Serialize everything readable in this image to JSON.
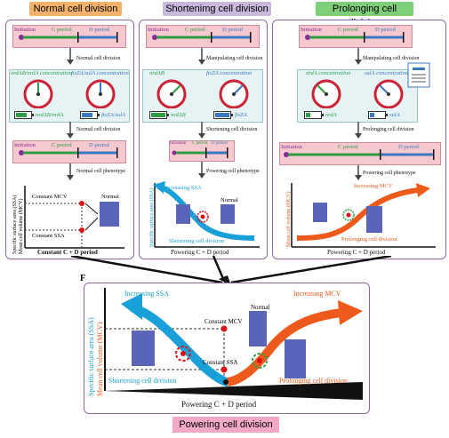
{
  "headers": {
    "normal": "Normal cell division",
    "shortening": "Shortenimg cell division",
    "prolonging": "Prolonging cell division"
  },
  "timeline": {
    "initiation": "Initiation",
    "c_period": "C period",
    "d_period": "D period"
  },
  "captions": {
    "normal_cell_division": "Normal cell division",
    "normal_cell_phenotype": "Normal cell phenotype",
    "manipulating_cell_division": "Manipulating cell division",
    "shortening_cell_division": "Shortening cell division",
    "powering_cell_phenotype": "Powering cell phenotype",
    "prolonging_cell_division": "Prolonging cell division"
  },
  "normal_panel": {
    "gauge_left_title": "nrdAB/nrdA concentration",
    "gauge_right_title": "ftsZA/sulA concentration",
    "battery_left": "nrdAB/nrdA",
    "battery_right": "ftsZA/sulA",
    "y_label_1": "Specific surface area (SSA)",
    "y_label_2": "Mean cell volume (MCV)",
    "constant_mcv": "Constant MCV",
    "constant_ssa": "Constant SSA",
    "normal": "Normal",
    "x_label": "Constant C + D period"
  },
  "shortening_panel": {
    "gauge_left_title": "nrdAB",
    "gauge_right_title": "ftsZA concentration",
    "battery_left": "nrdAB",
    "battery_right": "ftsZA",
    "increasing_ssa": "Increasing SSA",
    "normal": "Normal",
    "y_label": "Specific surface area (SSA)",
    "curve_label": "Shortening cell division",
    "x_label": "Powering C + D period"
  },
  "prolonging_panel": {
    "gauge_left_title": "nrdA concentration",
    "gauge_right_title": "sulA concentration",
    "battery_left": "nrdA",
    "battery_right": "sulA",
    "increasing_mcv": "Increasing MCV",
    "y_label": "Mean cell volume (MCV)",
    "curve_label": "Prolonging cell division",
    "x_label": "Powering C + D period"
  },
  "panel_f": {
    "letter": "F",
    "increasing_ssa": "Increasing SSA",
    "increasing_mcv": "Increasing MCV",
    "constant_mcv": "Constant MCV",
    "constant_ssa": "Constant SSA",
    "normal": "Normal",
    "y_label_1": "Specific surface area (SSA)",
    "y_label_2": "Mean cell volume (MCV)",
    "shortening": "Shortening cell division",
    "prolonging": "Prolonging cell division",
    "x_label": "Powering C + D period"
  },
  "footer": "Powering cell division",
  "colors": {
    "c_period": "#2e9e45",
    "d_period": "#3a78c2",
    "initiation_dot": "#8a2a9a",
    "shortening_blue": "#1aa0d8",
    "prolonging_orange": "#ee5a1c",
    "panel_border": "#8a6aa8",
    "header_normal": "#f5b26b",
    "header_shortening": "#c9b8dc",
    "header_prolonging": "#7fcf7a"
  },
  "icons": [
    "gauge-icon",
    "battery-icon",
    "document-icon",
    "target-icon",
    "arrow-icon"
  ]
}
